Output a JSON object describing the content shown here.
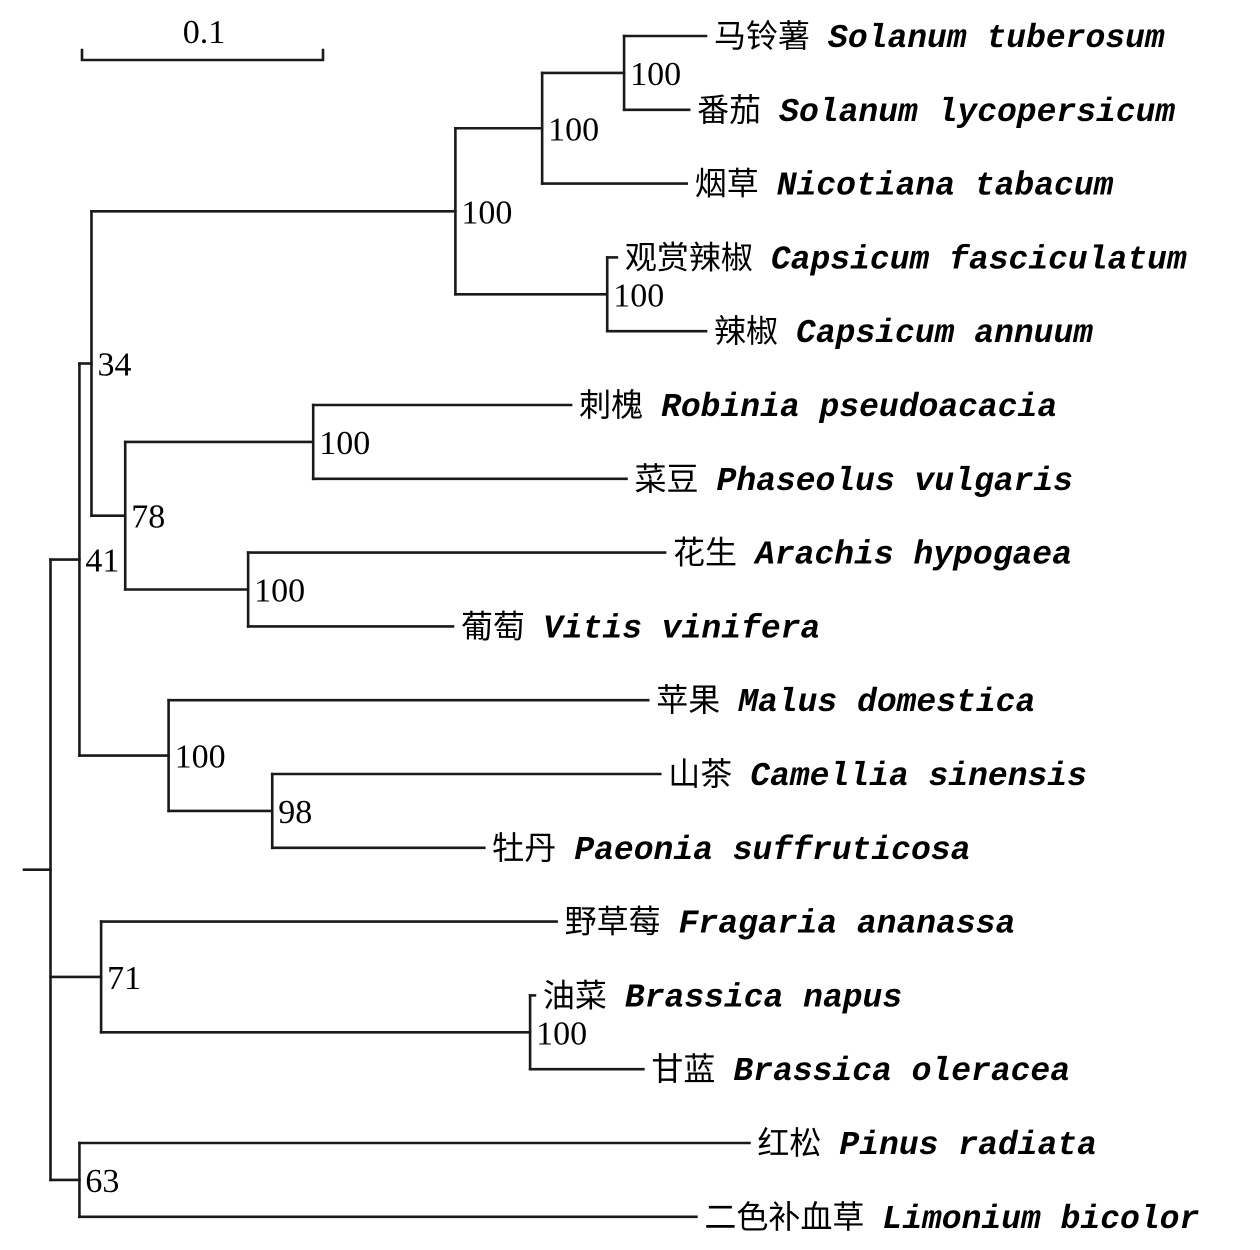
{
  "figure": {
    "type": "phylogenetic-tree",
    "scale_bar": {
      "label": "0.1",
      "length": 0.1
    }
  },
  "taxa": [
    {
      "id": "t1",
      "chinese": "马铃薯",
      "latin": "Solanum tuberosum"
    },
    {
      "id": "t2",
      "chinese": "番茄",
      "latin": "Solanum lycopersicum"
    },
    {
      "id": "t3",
      "chinese": "烟草",
      "latin": "Nicotiana tabacum"
    },
    {
      "id": "t4",
      "chinese": "观赏辣椒",
      "latin": "Capsicum fasciculatum"
    },
    {
      "id": "t5",
      "chinese": "辣椒",
      "latin": "Capsicum annuum"
    },
    {
      "id": "t6",
      "chinese": "刺槐",
      "latin": "Robinia pseudoacacia"
    },
    {
      "id": "t7",
      "chinese": "菜豆",
      "latin": "Phaseolus vulgaris"
    },
    {
      "id": "t8",
      "chinese": "花生",
      "latin": "Arachis hypogaea"
    },
    {
      "id": "t9",
      "chinese": "葡萄",
      "latin": "Vitis vinifera"
    },
    {
      "id": "t10",
      "chinese": "苹果",
      "latin": "Malus domestica"
    },
    {
      "id": "t11",
      "chinese": "山茶",
      "latin": "Camellia sinensis"
    },
    {
      "id": "t12",
      "chinese": "牡丹",
      "latin": "Paeonia suffruticosa"
    },
    {
      "id": "t13",
      "chinese": "野草莓",
      "latin": "Fragaria ananassa"
    },
    {
      "id": "t14",
      "chinese": "油菜",
      "latin": "Brassica napus"
    },
    {
      "id": "t15",
      "chinese": "甘蓝",
      "latin": "Brassica oleracea"
    },
    {
      "id": "t16",
      "chinese": "红松",
      "latin": "Pinus radiata"
    },
    {
      "id": "t17",
      "chinese": "二色补血草",
      "latin": "Limonium bicolor"
    }
  ],
  "tree": {
    "id": "root",
    "support": null,
    "bl": 0.011,
    "children": [
      {
        "id": "n41",
        "support": "41",
        "bl": 0.012,
        "children": [
          {
            "id": "n34",
            "support": "34",
            "bl": 0.005,
            "children": [
              {
                "id": "nSol",
                "support": "100",
                "bl": 0.151,
                "children": [
                  {
                    "id": "nSN",
                    "support": "100",
                    "bl": 0.036,
                    "children": [
                      {
                        "id": "nST",
                        "support": "100",
                        "bl": 0.034,
                        "children": [
                          {
                            "taxon": "t1",
                            "bl": 0.034
                          },
                          {
                            "taxon": "t2",
                            "bl": 0.027
                          }
                        ]
                      },
                      {
                        "taxon": "t3",
                        "bl": 0.06
                      }
                    ]
                  },
                  {
                    "id": "nCap",
                    "support": "100",
                    "bl": 0.063,
                    "children": [
                      {
                        "taxon": "t4",
                        "bl": 0.004
                      },
                      {
                        "taxon": "t5",
                        "bl": 0.041
                      }
                    ]
                  }
                ]
              },
              {
                "id": "n78",
                "support": "78",
                "bl": 0.014,
                "children": [
                  {
                    "id": "nLeg",
                    "support": "100",
                    "bl": 0.078,
                    "children": [
                      {
                        "taxon": "t6",
                        "bl": 0.107
                      },
                      {
                        "taxon": "t7",
                        "bl": 0.13
                      }
                    ]
                  },
                  {
                    "id": "nAV",
                    "support": "100",
                    "bl": 0.051,
                    "children": [
                      {
                        "taxon": "t8",
                        "bl": 0.173
                      },
                      {
                        "taxon": "t9",
                        "bl": 0.085
                      }
                    ]
                  }
                ]
              }
            ]
          },
          {
            "id": "nMal",
            "support": "100",
            "bl": 0.037,
            "children": [
              {
                "taxon": "t10",
                "bl": 0.199
              },
              {
                "id": "n98",
                "support": "98",
                "bl": 0.043,
                "children": [
                  {
                    "taxon": "t11",
                    "bl": 0.161
                  },
                  {
                    "taxon": "t12",
                    "bl": 0.088
                  }
                ]
              }
            ]
          }
        ]
      },
      {
        "id": "n71",
        "support": "71",
        "bl": 0.021,
        "children": [
          {
            "taxon": "t13",
            "bl": 0.189
          },
          {
            "id": "nBra",
            "support": "100",
            "bl": 0.178,
            "children": [
              {
                "taxon": "t14",
                "bl": 0.002
              },
              {
                "taxon": "t15",
                "bl": 0.047
              }
            ]
          }
        ]
      },
      {
        "id": "n63",
        "support": "63",
        "bl": 0.012,
        "children": [
          {
            "taxon": "t16",
            "bl": 0.278
          },
          {
            "taxon": "t17",
            "bl": 0.256
          }
        ]
      }
    ]
  }
}
